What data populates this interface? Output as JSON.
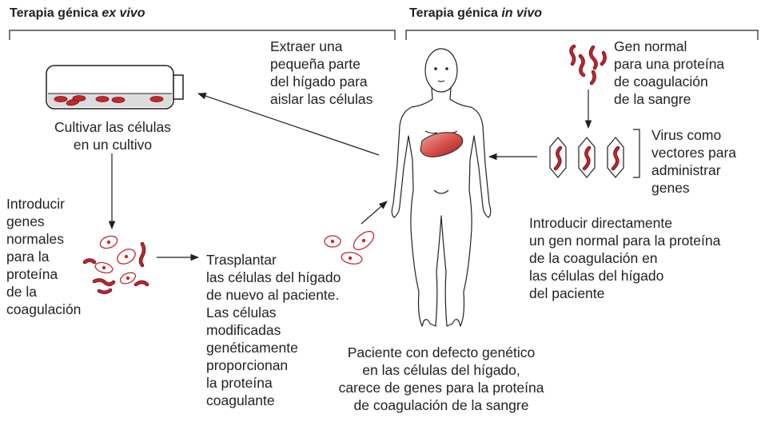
{
  "headings": {
    "ex_vivo": {
      "prefix": "Terapia génica ",
      "emph": "ex vivo"
    },
    "in_vivo": {
      "prefix": "Terapia génica ",
      "emph": "in vivo"
    }
  },
  "labels": {
    "extract": "Extraer una\npequeña parte\ndel hígado para\naislar las células",
    "culture": "Cultivar las células\nen un cultivo",
    "introduce": "Introducir\ngenes\nnormales\npara la\nproteína\nde la\ncoagulación",
    "transplant": "Trasplantar\nlas células del hígado\nde nuevo al paciente.\nLas células\nmodificadas\ngenéticamente\nproporcionan\nla proteína\ncoagulante",
    "gene_normal": "Gen normal\npara una proteína\nde coagulación\nde la sangre",
    "virus": "Virus como\nvectores para\nadministrar\ngenes",
    "direct": "Introducir directamente\nun gen normal para la proteína\nde la coagulación en\nlas células del hígado\ndel paciente",
    "patient": "Paciente con defecto genético\nen las células del hígado,\ncarece de genes para la proteína\nde coagulación de la sangre"
  },
  "colors": {
    "ink": "#231f20",
    "red": "#b3282d",
    "liver": "#d9534f",
    "flask_fill": "#dcdcdc"
  }
}
